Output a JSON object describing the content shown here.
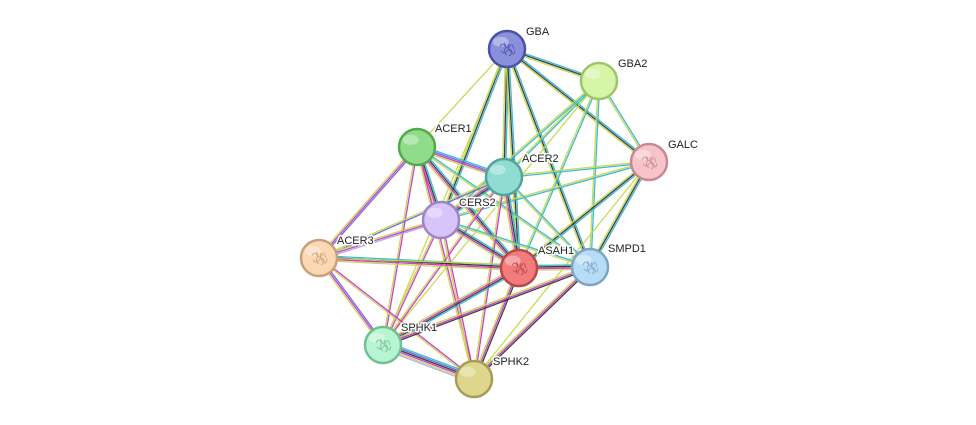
{
  "network": {
    "edge_colors": {
      "cyan": "#2fb8d4",
      "black": "#333333",
      "yellowgreen": "#c6d84c",
      "magenta": "#cc33cc",
      "blue": "#6666dd",
      "lavender": "#aaaaee",
      "green": "#33aa44"
    },
    "nodes": [
      {
        "id": "GBA",
        "label": "GBA",
        "color": "#8b90dc",
        "stroke": "#4a52a8",
        "structure": true
      },
      {
        "id": "GBA2",
        "label": "GBA2",
        "color": "#d6f5a6",
        "stroke": "#9dc66a",
        "structure": false
      },
      {
        "id": "GALC",
        "label": "GALC",
        "color": "#f7c4c9",
        "stroke": "#c78a92",
        "structure": true
      },
      {
        "id": "ACER1",
        "label": "ACER1",
        "color": "#8fdc8a",
        "stroke": "#55a850",
        "structure": false
      },
      {
        "id": "ACER2",
        "label": "ACER2",
        "color": "#8fdcd3",
        "stroke": "#52a59c",
        "structure": false
      },
      {
        "id": "CERS2",
        "label": "CERS2",
        "color": "#d8c4fb",
        "stroke": "#9c86c9",
        "structure": false
      },
      {
        "id": "ACER3",
        "label": "ACER3",
        "color": "#fbd8b4",
        "stroke": "#c9a07a",
        "structure": true
      },
      {
        "id": "ASAH1",
        "label": "ASAH1",
        "color": "#f27c7c",
        "stroke": "#b94848",
        "structure": true
      },
      {
        "id": "SMPD1",
        "label": "SMPD1",
        "color": "#b8dcf6",
        "stroke": "#7aa5c9",
        "structure": true
      },
      {
        "id": "SPHK1",
        "label": "SPHK1",
        "color": "#b8f3d2",
        "stroke": "#70c192",
        "structure": true
      },
      {
        "id": "SPHK2",
        "label": "SPHK2",
        "color": "#ddd68c",
        "stroke": "#a59d55",
        "structure": false
      }
    ],
    "edges": [
      {
        "a": "GBA",
        "b": "GBA2",
        "types": [
          "cyan",
          "black",
          "yellowgreen"
        ]
      },
      {
        "a": "GBA",
        "b": "GALC",
        "types": [
          "cyan",
          "black",
          "yellowgreen"
        ]
      },
      {
        "a": "GBA",
        "b": "ACER1",
        "types": [
          "yellowgreen"
        ]
      },
      {
        "a": "GBA",
        "b": "ACER2",
        "types": [
          "cyan",
          "black",
          "yellowgreen"
        ]
      },
      {
        "a": "GBA",
        "b": "CERS2",
        "types": [
          "cyan",
          "black",
          "yellowgreen"
        ]
      },
      {
        "a": "GBA",
        "b": "ASAH1",
        "types": [
          "cyan",
          "black",
          "yellowgreen"
        ]
      },
      {
        "a": "GBA",
        "b": "SMPD1",
        "types": [
          "cyan",
          "black",
          "yellowgreen"
        ]
      },
      {
        "a": "GBA",
        "b": "SPHK1",
        "types": [
          "yellowgreen"
        ]
      },
      {
        "a": "GBA2",
        "b": "GALC",
        "types": [
          "cyan",
          "yellowgreen"
        ]
      },
      {
        "a": "GBA2",
        "b": "ACER2",
        "types": [
          "cyan",
          "yellowgreen"
        ]
      },
      {
        "a": "GBA2",
        "b": "CERS2",
        "types": [
          "cyan",
          "yellowgreen"
        ]
      },
      {
        "a": "GBA2",
        "b": "ASAH1",
        "types": [
          "cyan",
          "yellowgreen"
        ]
      },
      {
        "a": "GBA2",
        "b": "SMPD1",
        "types": [
          "cyan",
          "yellowgreen"
        ]
      },
      {
        "a": "GBA2",
        "b": "SPHK1",
        "types": [
          "yellowgreen"
        ]
      },
      {
        "a": "GALC",
        "b": "ACER2",
        "types": [
          "cyan",
          "yellowgreen"
        ]
      },
      {
        "a": "GALC",
        "b": "CERS2",
        "types": [
          "cyan",
          "yellowgreen"
        ]
      },
      {
        "a": "GALC",
        "b": "ASAH1",
        "types": [
          "cyan",
          "black",
          "yellowgreen"
        ]
      },
      {
        "a": "GALC",
        "b": "SMPD1",
        "types": [
          "cyan",
          "black",
          "yellowgreen"
        ]
      },
      {
        "a": "GALC",
        "b": "SPHK2",
        "types": [
          "yellowgreen"
        ]
      },
      {
        "a": "ACER1",
        "b": "ACER2",
        "types": [
          "cyan",
          "blue",
          "magenta",
          "yellowgreen"
        ]
      },
      {
        "a": "ACER1",
        "b": "CERS2",
        "types": [
          "cyan",
          "black",
          "magenta",
          "yellowgreen"
        ]
      },
      {
        "a": "ACER1",
        "b": "ACER3",
        "types": [
          "blue",
          "magenta",
          "yellowgreen"
        ]
      },
      {
        "a": "ACER1",
        "b": "ASAH1",
        "types": [
          "cyan",
          "black",
          "magenta",
          "yellowgreen"
        ]
      },
      {
        "a": "ACER1",
        "b": "SMPD1",
        "types": [
          "cyan",
          "yellowgreen"
        ]
      },
      {
        "a": "ACER1",
        "b": "SPHK1",
        "types": [
          "magenta",
          "yellowgreen"
        ]
      },
      {
        "a": "ACER1",
        "b": "SPHK2",
        "types": [
          "magenta",
          "yellowgreen"
        ]
      },
      {
        "a": "ACER2",
        "b": "CERS2",
        "types": [
          "cyan",
          "black",
          "magenta",
          "yellowgreen"
        ]
      },
      {
        "a": "ACER2",
        "b": "ACER3",
        "types": [
          "blue",
          "yellowgreen"
        ]
      },
      {
        "a": "ACER2",
        "b": "ASAH1",
        "types": [
          "cyan",
          "black",
          "magenta",
          "yellowgreen"
        ]
      },
      {
        "a": "ACER2",
        "b": "SMPD1",
        "types": [
          "cyan",
          "yellowgreen"
        ]
      },
      {
        "a": "ACER2",
        "b": "SPHK1",
        "types": [
          "magenta",
          "yellowgreen"
        ]
      },
      {
        "a": "ACER2",
        "b": "SPHK2",
        "types": [
          "magenta",
          "yellowgreen"
        ]
      },
      {
        "a": "CERS2",
        "b": "ACER3",
        "types": [
          "lavender",
          "magenta",
          "yellowgreen"
        ]
      },
      {
        "a": "CERS2",
        "b": "ASAH1",
        "types": [
          "cyan",
          "black",
          "magenta",
          "yellowgreen"
        ]
      },
      {
        "a": "CERS2",
        "b": "SMPD1",
        "types": [
          "cyan",
          "yellowgreen"
        ]
      },
      {
        "a": "CERS2",
        "b": "SPHK1",
        "types": [
          "magenta",
          "yellowgreen"
        ]
      },
      {
        "a": "CERS2",
        "b": "SPHK2",
        "types": [
          "magenta",
          "yellowgreen"
        ]
      },
      {
        "a": "ACER3",
        "b": "ASAH1",
        "types": [
          "cyan",
          "black",
          "magenta",
          "yellowgreen"
        ]
      },
      {
        "a": "ACER3",
        "b": "SMPD1",
        "types": [
          "yellowgreen"
        ]
      },
      {
        "a": "ACER3",
        "b": "SPHK1",
        "types": [
          "blue",
          "magenta",
          "yellowgreen"
        ]
      },
      {
        "a": "ACER3",
        "b": "SPHK2",
        "types": [
          "magenta",
          "yellowgreen"
        ]
      },
      {
        "a": "ASAH1",
        "b": "SMPD1",
        "types": [
          "cyan",
          "black",
          "magenta",
          "yellowgreen"
        ]
      },
      {
        "a": "ASAH1",
        "b": "SPHK1",
        "types": [
          "cyan",
          "black",
          "magenta",
          "yellowgreen"
        ]
      },
      {
        "a": "ASAH1",
        "b": "SPHK2",
        "types": [
          "black",
          "magenta",
          "yellowgreen"
        ]
      },
      {
        "a": "SMPD1",
        "b": "SPHK1",
        "types": [
          "black",
          "magenta",
          "yellowgreen"
        ]
      },
      {
        "a": "SMPD1",
        "b": "SPHK2",
        "types": [
          "black",
          "magenta",
          "yellowgreen"
        ]
      },
      {
        "a": "SPHK1",
        "b": "SPHK2",
        "types": [
          "cyan",
          "blue",
          "black",
          "magenta",
          "yellowgreen",
          "lavender"
        ]
      }
    ]
  }
}
